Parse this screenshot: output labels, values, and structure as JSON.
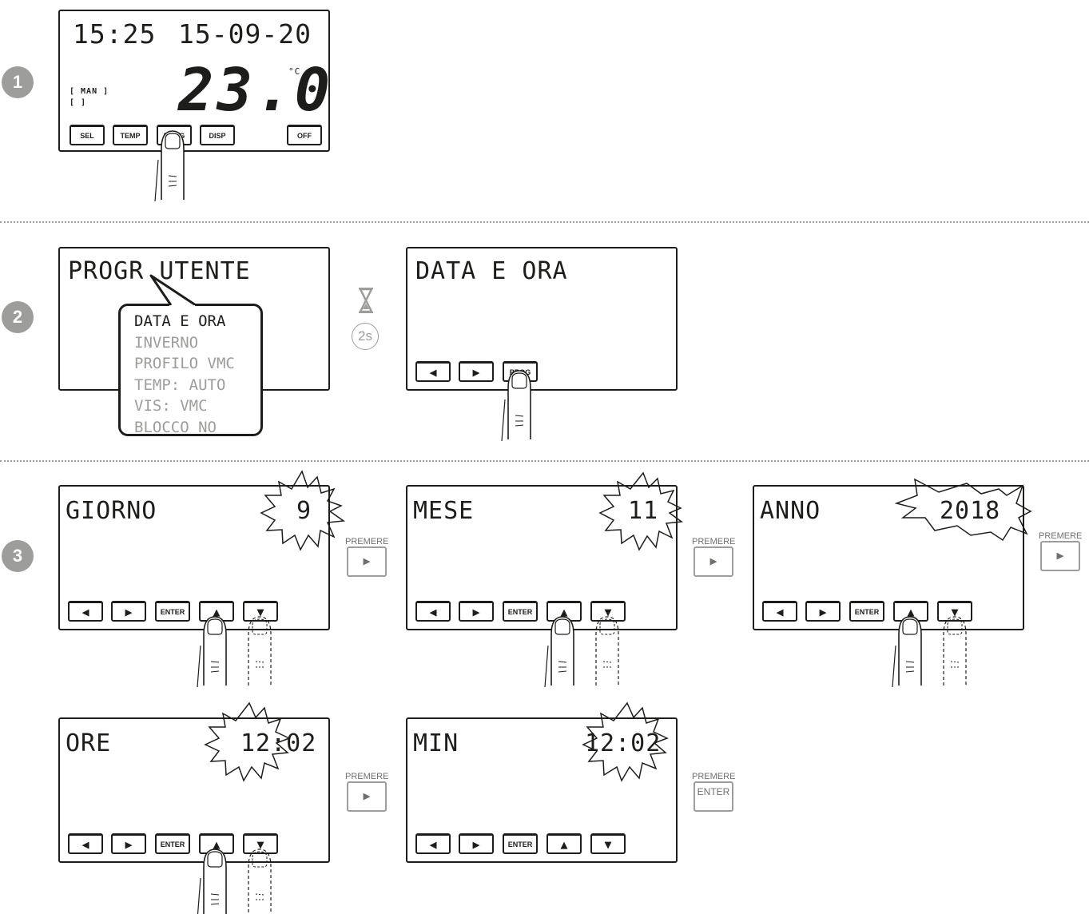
{
  "step_badges": [
    "1",
    "2",
    "3"
  ],
  "step1": {
    "time": "15:25",
    "date": "15-09-20",
    "temperature": "23.0",
    "unit": "°C",
    "mode_label": "[ MAN ]",
    "fan_label": "[ ]",
    "buttons": [
      "SEL",
      "TEMP",
      "PROG",
      "DISP",
      "OFF"
    ]
  },
  "step2": {
    "screen1_title": "PROGR UTENTE",
    "menu_items": [
      "DATA E ORA",
      "INVERNO",
      "PROFILO VMC",
      "TEMP: AUTO",
      "VIS: VMC",
      "BLOCCO NO"
    ],
    "timer_icon": "hourglass-icon",
    "timer_label": "2s",
    "screen2_title": "DATA E ORA",
    "screen2_button": "PROG"
  },
  "step3": {
    "screens": [
      {
        "title": "GIORNO",
        "value": "9"
      },
      {
        "title": "MESE",
        "value": "11"
      },
      {
        "title": "ANNO",
        "value": "2018"
      },
      {
        "title": "ORE",
        "value": "12:02"
      },
      {
        "title": "MIN",
        "value": "12:02"
      }
    ],
    "enter_label": "ENTER",
    "premere_label": "PREMERE",
    "premere_enter_label": "ENTER"
  },
  "colors": {
    "ink": "#1d1d1b",
    "gray": "#9d9d9c",
    "badge": "#9d9d9c"
  }
}
